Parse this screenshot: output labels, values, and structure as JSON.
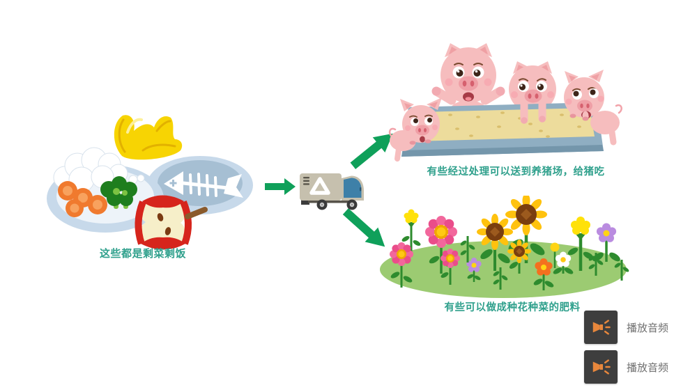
{
  "slide": {
    "captions": {
      "leftovers": "这些都是剩菜剩饭",
      "pigs": "有些经过处理可以送到养猪场，给猪吃",
      "fertilizer": "有些可以做成种花种菜的肥料"
    }
  },
  "audio_controls": [
    {
      "label": "播放音频"
    },
    {
      "label": "播放音频"
    }
  ],
  "icons": {
    "audio_button": "speaker-icon",
    "truck_side": "recycle-icon",
    "flow": [
      "arrow-right-icon",
      "arrow-up-right-icon",
      "arrow-down-right-icon"
    ]
  },
  "colors": {
    "caption_text": "#2FA08C",
    "arrow": "#0FA05A",
    "audio_button_background": "#3E3E3E",
    "audio_speaker_icon": "#E8873C",
    "audio_label_text": "#6F6F6F",
    "background": "#FFFFFF"
  }
}
